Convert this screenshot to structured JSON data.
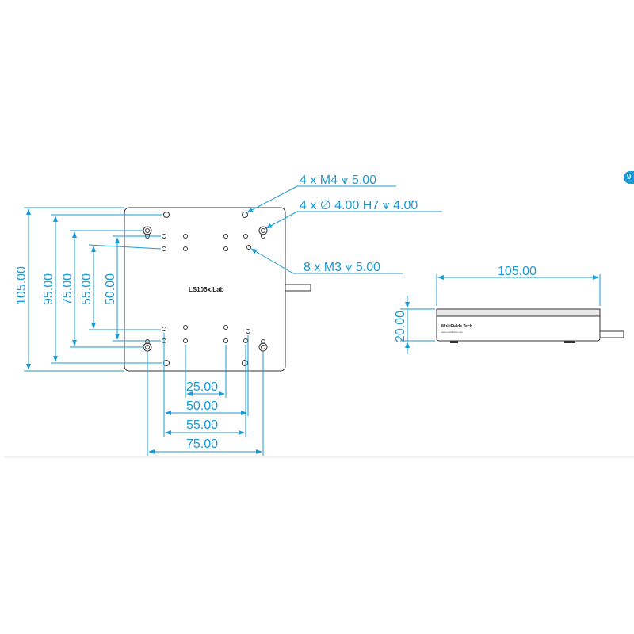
{
  "callouts": {
    "m4": "4 x  M4 ⩛ 5.00",
    "dowel": "4 x  ∅ 4.00 H7 ⩛ 4.00",
    "m3": "8 x  M3  ⩛ 5.00"
  },
  "vertical_dims": [
    "105.00",
    "95.00",
    "75.00",
    "55.00",
    "50.00"
  ],
  "horizontal_dims": [
    "25.00",
    "50.00",
    "55.00",
    "75.00"
  ],
  "side_view": {
    "width": "105.00",
    "height": "20.00",
    "brand": "MultiFields Tech",
    "url": "www.multifields.com"
  },
  "top_label": "LS105x.Lab",
  "badge_text": "9",
  "colors": {
    "dimension": "#1a9bd6",
    "outline": "#333333"
  }
}
